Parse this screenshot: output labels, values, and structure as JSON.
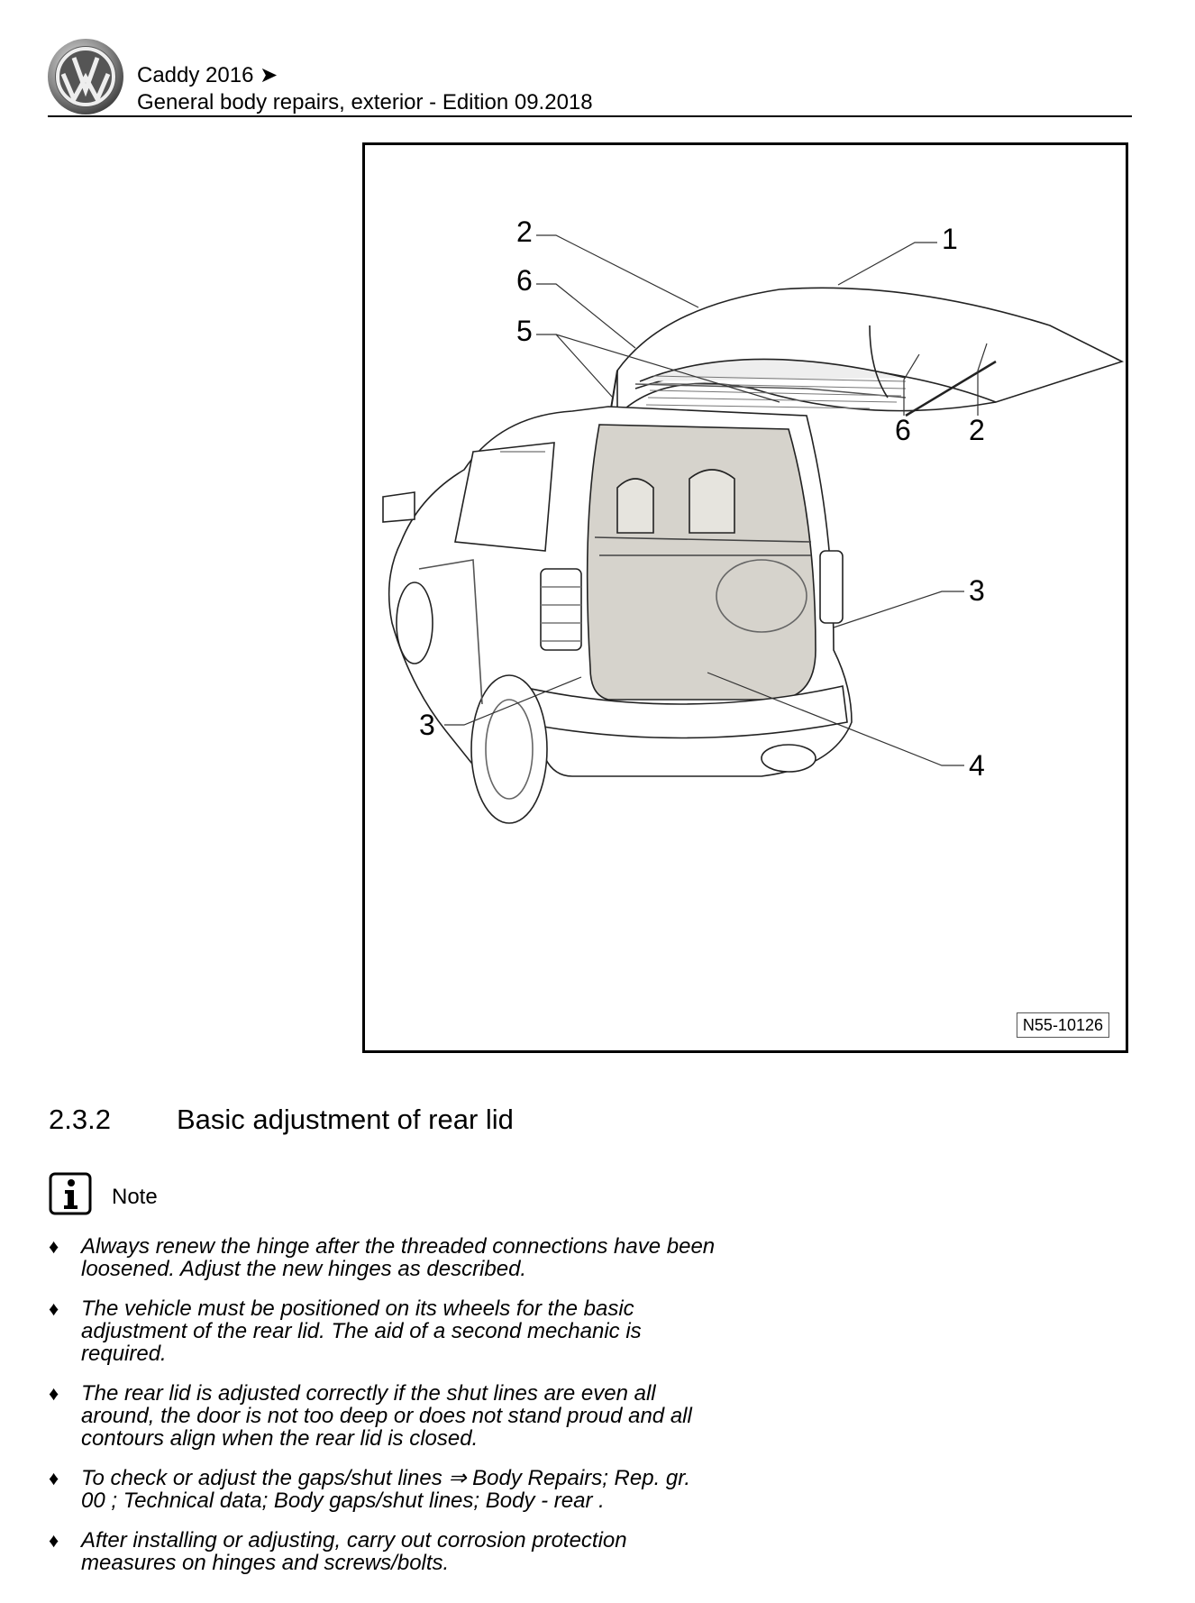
{
  "header": {
    "model": "Caddy 2016 ➤",
    "subtitle": "General body repairs, exterior - Edition 09.2018"
  },
  "figure": {
    "reference": "N55-10126",
    "callouts": [
      "2",
      "6",
      "5",
      "1",
      "6",
      "2",
      "3",
      "3",
      "4"
    ]
  },
  "section": {
    "number": "2.3.2",
    "title": "Basic adjustment of rear lid"
  },
  "note": {
    "label": "Note",
    "icon": "info-icon",
    "bullet_icon": "diamond-icon",
    "items": [
      "Always renew the hinge after the threaded connections have been loosened. Adjust the new hinges as described.",
      "The vehicle must be positioned on its wheels for the basic adjustment of the rear lid. The aid of a second mechanic is required.",
      "The rear lid is adjusted correctly if the shut lines are even all around, the door is not too deep or does not stand proud and all contours align when the rear lid is closed.",
      "To check or adjust the gaps/shut lines ⇒ Body Repairs; Rep. gr. 00 ; Technical data; Body gaps/shut lines; Body - rear .",
      "After installing or adjusting, carry out corrosion protection measures on hinges and screws/bolts."
    ]
  }
}
